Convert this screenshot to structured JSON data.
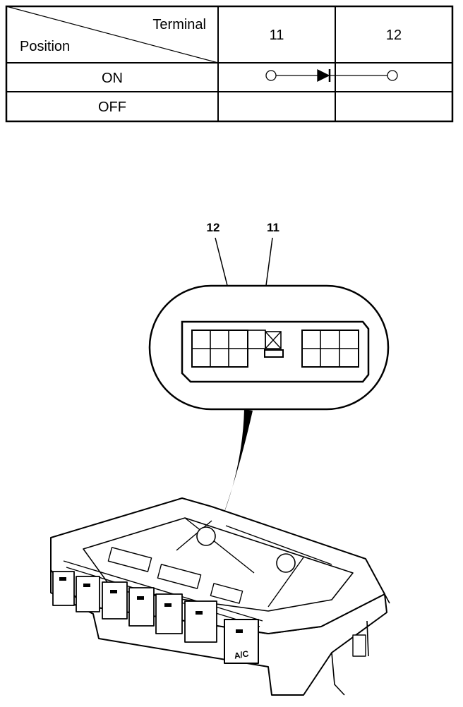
{
  "table": {
    "corner_top": "Terminal",
    "corner_bottom": "Position",
    "col_headers": [
      "11",
      "12"
    ],
    "rows": [
      {
        "label": "ON",
        "continuity": "diode 11→12"
      },
      {
        "label": "OFF",
        "continuity": ""
      }
    ]
  },
  "connector": {
    "callouts": [
      "12",
      "11"
    ]
  },
  "unit": {
    "button_label": "A/C"
  }
}
